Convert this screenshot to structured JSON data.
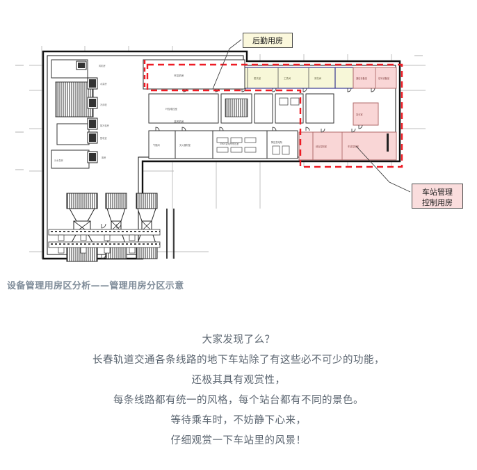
{
  "figure": {
    "caption": "设备管理用房区分析——管理用房分区示意",
    "callouts": [
      {
        "id": "logistics",
        "text": "后勤用房",
        "fill": "#fbf8dc",
        "border": "#4a4a4a"
      },
      {
        "id": "control",
        "text": "车站管理\n控制用房",
        "fill": "#fadddd",
        "border": "#4a4a4a"
      }
    ],
    "zone_colors": {
      "logistics_rooms": "#f7f7d8",
      "control_rooms": "#f9d6d6",
      "boundary_dashed": "#ee1c25",
      "wall": "#1a1a1a",
      "grid_line": "#9a9a9a"
    },
    "drawing_type": "underground-station-floor-plan"
  },
  "body": {
    "lines": [
      "大家发现了么？",
      "长春轨道交通各条线路的地下车站除了有这些必不可少的功能，",
      "还极其具有观赏性，",
      "每条线路都有统一的风格，每个站台都有不同的景色。",
      "等待乘车时，不妨静下心来，",
      "仔细观赏一下车站里的风景！"
    ],
    "text_color": "#5b6570"
  }
}
